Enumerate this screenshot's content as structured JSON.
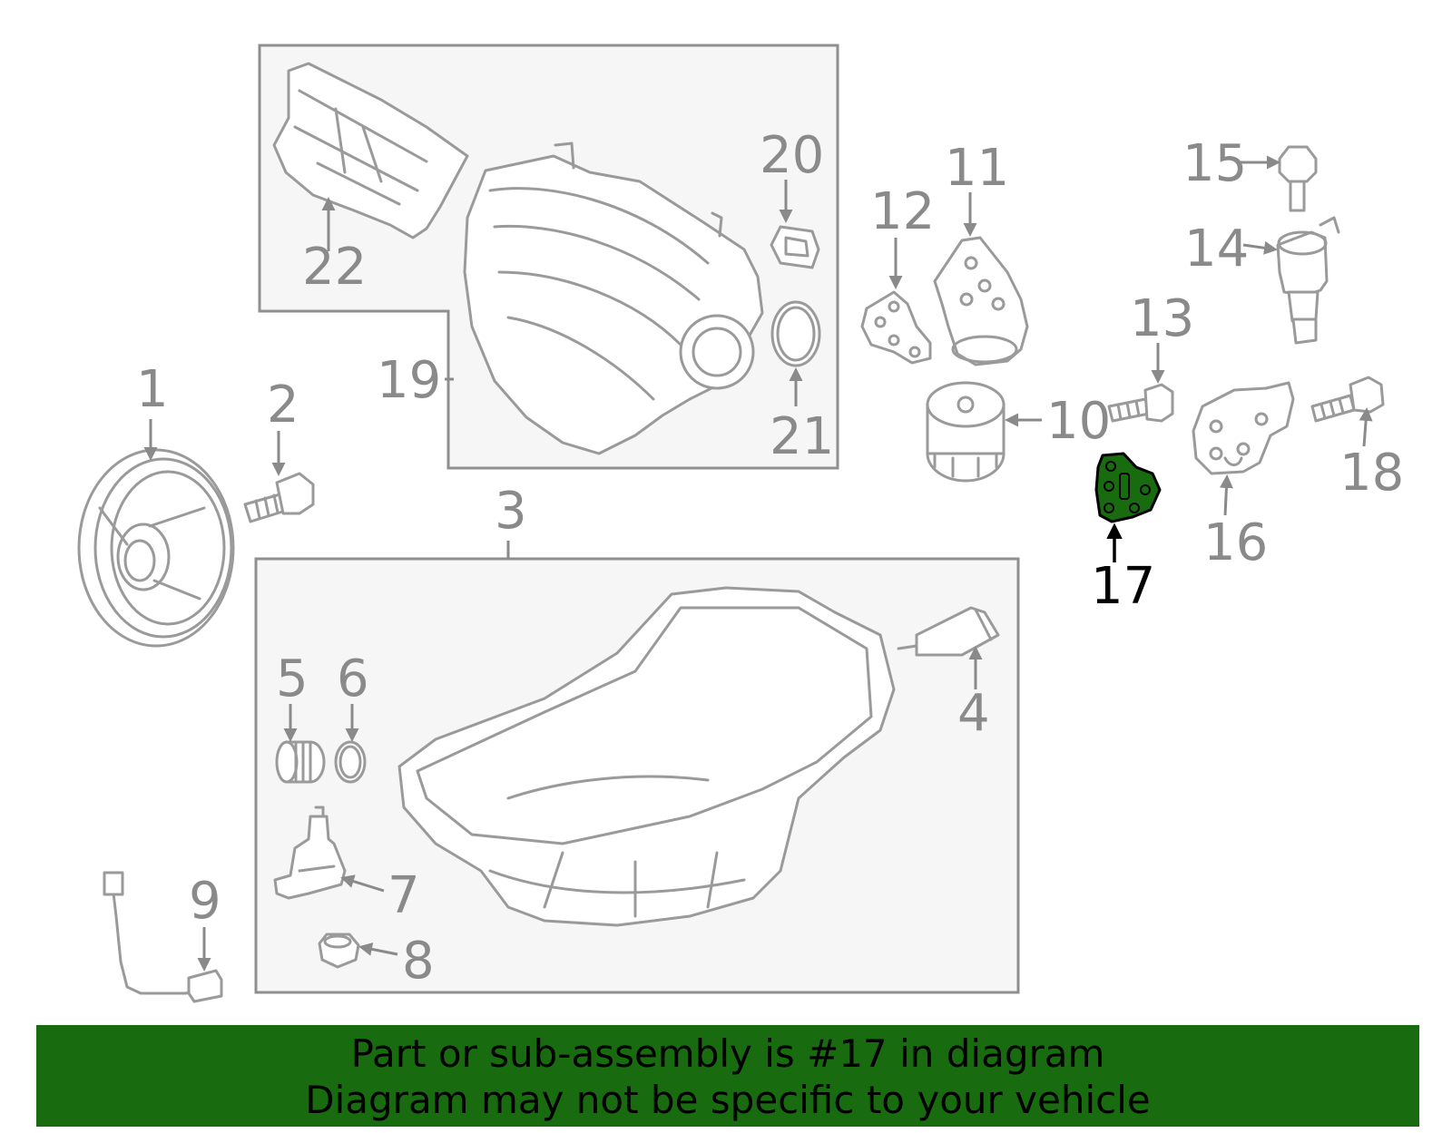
{
  "highlight_color": "#196b0f",
  "highlighted_part": "17",
  "callouts": {
    "c1": "1",
    "c2": "2",
    "c3": "3",
    "c4": "4",
    "c5": "5",
    "c6": "6",
    "c7": "7",
    "c8": "8",
    "c9": "9",
    "c10": "10",
    "c11": "11",
    "c12": "12",
    "c13": "13",
    "c14": "14",
    "c15": "15",
    "c16": "16",
    "c17": "17",
    "c18": "18",
    "c19": "19",
    "c20": "20",
    "c21": "21",
    "c22": "22"
  },
  "banner": {
    "line1": "Part or sub-assembly is #17 in diagram",
    "line2": "Diagram may not be specific to your vehicle"
  }
}
